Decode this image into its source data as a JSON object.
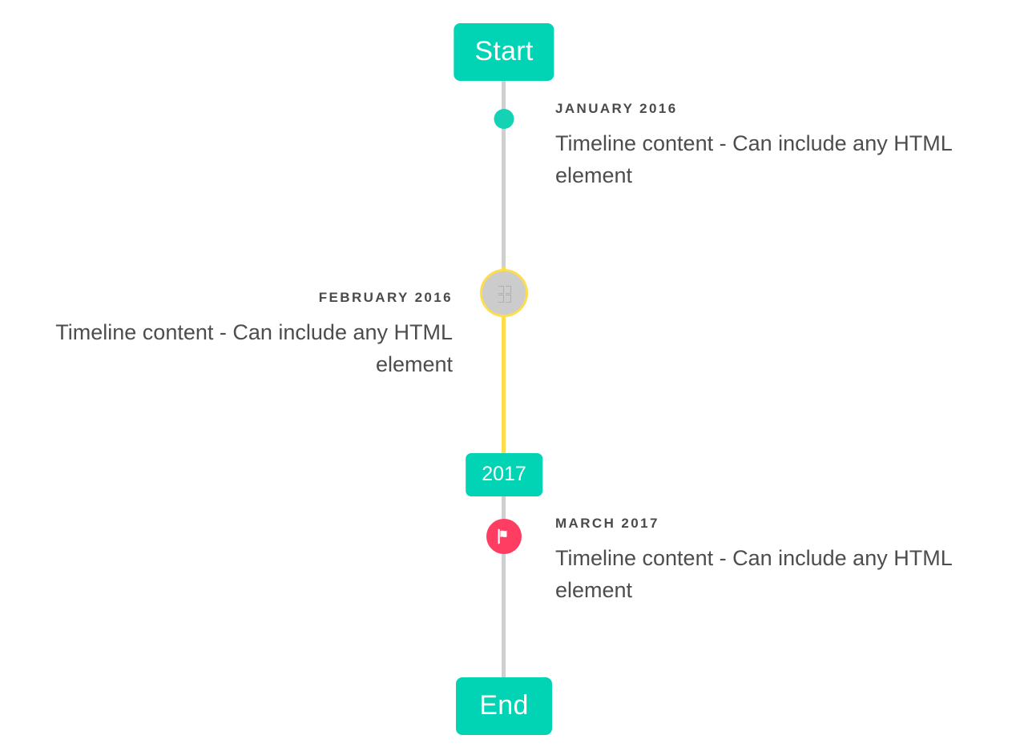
{
  "timeline": {
    "start_label": "Start",
    "end_label": "End",
    "mid_label": "2017",
    "colors": {
      "accent_teal": "#00d4b4",
      "dot_teal": "#13d3b4",
      "line_gray": "#cfcfcf",
      "line_yellow": "#fbdd4e",
      "ring_yellow": "#fbdd4e",
      "marker_gray": "#cccccc",
      "flag_pink": "#ff3d62",
      "text_dark": "#4d4d4d",
      "background": "#ffffff"
    },
    "entries": [
      {
        "date": "JANUARY 2016",
        "body": "Timeline content - Can include any HTML element",
        "side": "right",
        "marker": "dot-icon"
      },
      {
        "date": "FEBRUARY 2016",
        "body": "Timeline content - Can include any HTML element",
        "side": "left",
        "marker": "missing-glyph-icon"
      },
      {
        "date": "MARCH 2017",
        "body": "Timeline content - Can include any HTML element",
        "side": "right",
        "marker": "flag-icon"
      }
    ]
  }
}
